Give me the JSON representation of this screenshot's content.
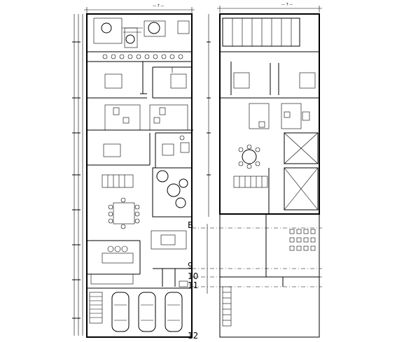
{
  "drawing": {
    "grid_labels": {
      "b": "B",
      "n9": "9",
      "n10": "10",
      "n11": "11",
      "n12": "12"
    }
  }
}
